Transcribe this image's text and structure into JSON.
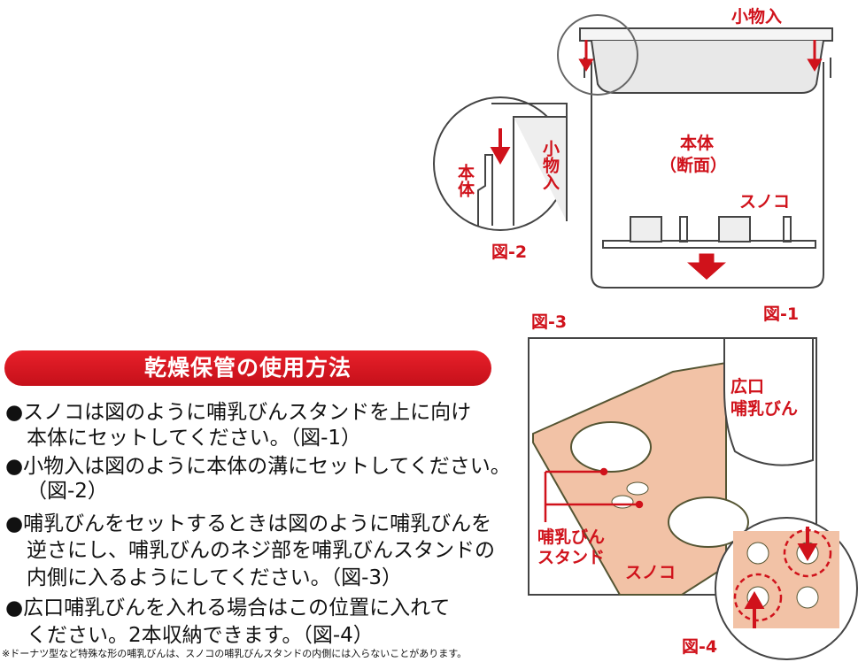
{
  "figures": {
    "fig1": {
      "label": "図-1",
      "small_case": "小物入",
      "body": "本体",
      "section": "（断面）",
      "sunoko": "スノコ"
    },
    "fig2": {
      "label": "図-2",
      "small_case": "小物入",
      "body": "本体"
    },
    "fig3": {
      "label": "図-3",
      "wide_bottle": "広口\n哺乳びん",
      "stand": "哺乳びん\nスタンド",
      "sunoko": "スノコ"
    },
    "fig4": {
      "label": "図-4"
    }
  },
  "instructions": {
    "title": "乾燥保管の使用方法",
    "lines": [
      "●スノコは図のように哺乳びんスタンドを上に向け",
      "本体にセットしてください。（図-1）",
      "●小物入は図のように本体の溝にセットしてください。",
      "（図-2）",
      "●哺乳びんをセットするときは図のように哺乳びんを",
      "逆さにし、哺乳びんのネジ部を哺乳びんスタンドの",
      "内側に入るようにしてください。（図-3）",
      "●広口哺乳びんを入れる場合はこの位置に入れて",
      "ください。2本収納できます。（図-4）"
    ],
    "note": "※ドーナツ型など特殊な形の哺乳びんは、スノコの哺乳びんスタンドの内側には入らないことがあります。"
  },
  "colors": {
    "accent": "#d0121b",
    "sunoko": "#f2c2a6"
  }
}
